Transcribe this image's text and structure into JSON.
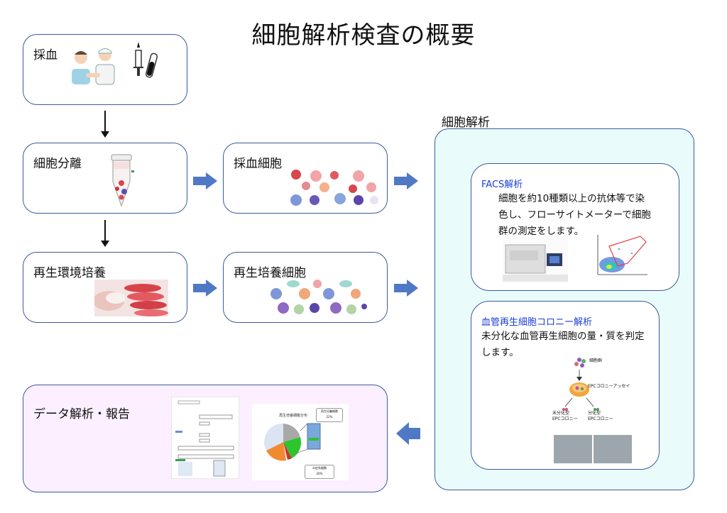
{
  "title": "細胞解析検査の概要",
  "steps": {
    "blood_draw": "採血",
    "cell_separation": "細胞分離",
    "blood_cells": "採血細胞",
    "regen_culture": "再生環境培養",
    "regen_cells": "再生培養細胞",
    "report": "データ解析・報告"
  },
  "analysis": {
    "panel_title": "細胞解析",
    "facs_title": "FACS解析",
    "facs_text": [
      "細胞を約10種類以上の抗体等で染",
      "色し、フローサイトメーターで細胞",
      "群の測定をします。"
    ],
    "epc_title": "血管再生細胞コロニー解析",
    "epc_text": [
      "未分化な血管再生細胞の量・質を判定",
      "します。"
    ],
    "epc_diagram": {
      "cells_label": "細胞群",
      "assay_label": "EPCコロニーアッセイ",
      "left_label_1": "未分化型",
      "left_label_2": "EPCコロニー",
      "right_label_1": "分化型",
      "right_label_2": "EPCコロニー"
    }
  },
  "report_chart": {
    "title": "再生培養細胞分布",
    "callout_top": "再生培養細胞",
    "callout_top_pct": "22%",
    "callout_bottom": "炎症系細胞",
    "callout_bottom_pct": "26%"
  },
  "colors": {
    "border": "#3c5a9a",
    "arrow_fill": "#4f79c4",
    "report_bg": "#fcefff",
    "analysis_bg": "#e9fcfb",
    "facs_title": "#1a3fd6"
  }
}
